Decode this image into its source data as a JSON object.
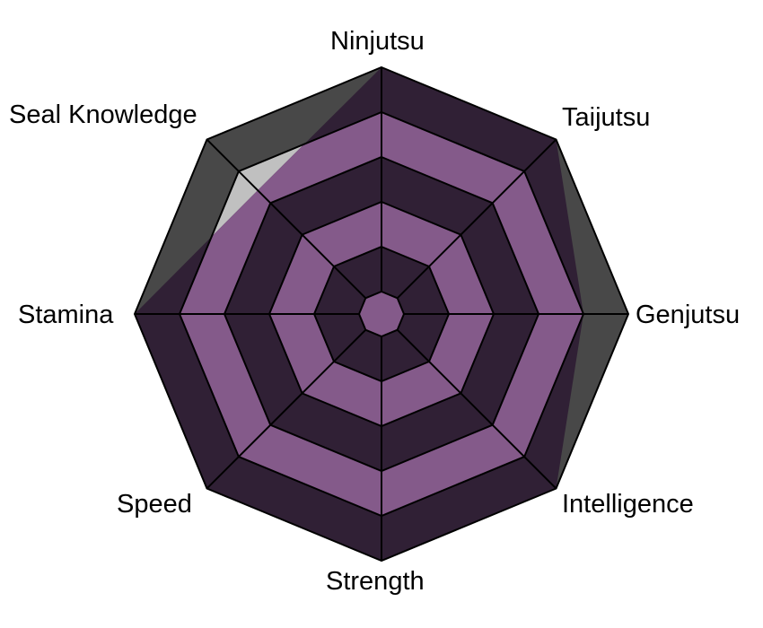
{
  "chart_data": {
    "type": "radar",
    "title": "",
    "axes": [
      "Ninjutsu",
      "Taijutsu",
      "Genjutsu",
      "Intelligence",
      "Strength",
      "Speed",
      "Stamina",
      "Seal Knowledge"
    ],
    "values": [
      5,
      5,
      4,
      5,
      5,
      5,
      5,
      3.4
    ],
    "scale_max": 5,
    "rings": 6,
    "grid": true,
    "legend": "none",
    "colors": {
      "data_light": "#845a8a",
      "data_dark": "#302035",
      "bg_light": "#c0c0c0",
      "bg_dark": "#484848",
      "grid_line": "#000000"
    }
  },
  "labels": {
    "ninjutsu": "Ninjutsu",
    "taijutsu": "Taijutsu",
    "genjutsu": "Genjutsu",
    "intelligence": "Intelligence",
    "strength": "Strength",
    "speed": "Speed",
    "stamina": "Stamina",
    "seal": "Seal Knowledge"
  }
}
